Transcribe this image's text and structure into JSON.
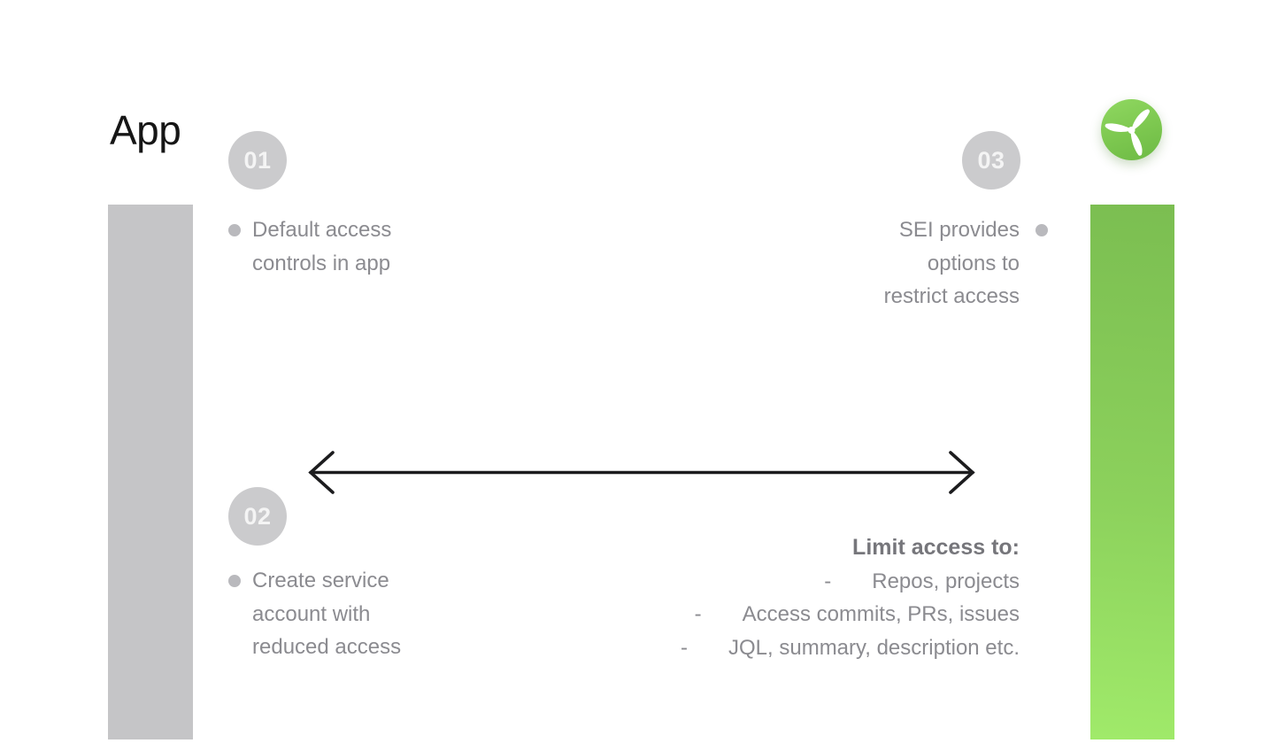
{
  "title": "App",
  "steps": [
    {
      "number": "01",
      "side": "left",
      "text_lines": [
        "Default access",
        "controls in app"
      ]
    },
    {
      "number": "02",
      "side": "left",
      "text_lines": [
        "Create service",
        "account with",
        "reduced access"
      ]
    },
    {
      "number": "03",
      "side": "right",
      "text_lines": [
        "SEI provides",
        "options to",
        "restrict access"
      ]
    }
  ],
  "limit_list": {
    "heading": "Limit access to:",
    "dash": "-",
    "items": [
      "Repos, projects",
      "Access commits, PRs, issues",
      "JQL, summary, description etc."
    ]
  },
  "icons": {
    "logo": "propeller-logo",
    "bullet": "dot",
    "arrow": "double-headed-arrow"
  },
  "colors": {
    "background": "#FFFFFF",
    "title_text": "#161616",
    "body_text": "#8B8B90",
    "heading_text": "#76767B",
    "badge_background": "#CBCBCD",
    "badge_text": "#F4F4F4",
    "bullet": "#B9B9BD",
    "left_bar": "#C5C5C7",
    "right_bar_gradient_top": "#7BBE51",
    "right_bar_gradient_bottom": "#A0EA6A",
    "logo_green_light": "#90D861",
    "logo_green_dark": "#6DBA45",
    "arrow": "#1C1C1E"
  }
}
